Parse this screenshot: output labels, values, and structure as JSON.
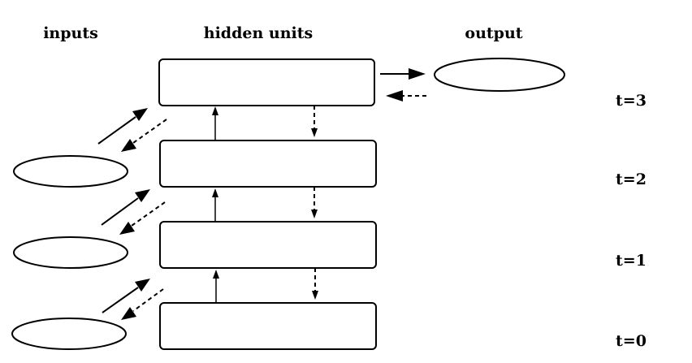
{
  "headers": {
    "inputs": "inputs",
    "hidden": "hidden units",
    "output": "output"
  },
  "time_labels": {
    "t3": "t=3",
    "t2": "t=2",
    "t1": "t=1",
    "t0": "t=0"
  }
}
